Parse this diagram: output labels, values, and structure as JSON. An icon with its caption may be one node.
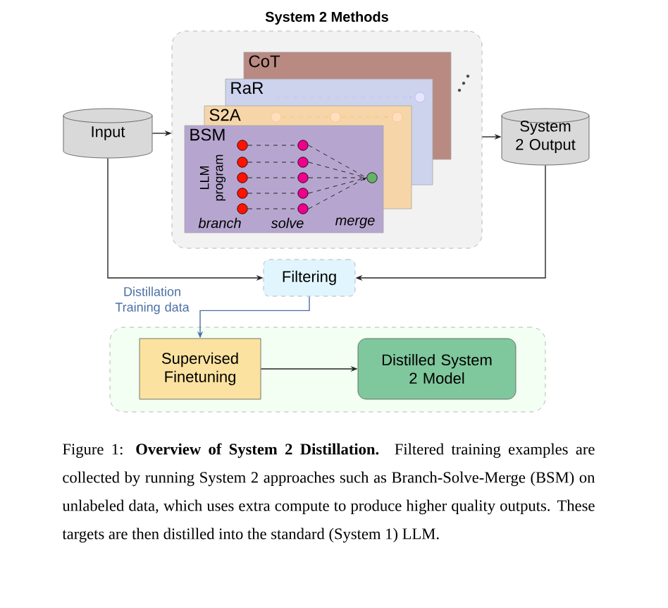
{
  "diagram": {
    "nodes": [
      {
        "text": [
          "System 2 Methods"
        ]
      },
      {
        "text": [
          "CoT"
        ],
        "in": 0
      },
      {
        "text": [
          "RaR"
        ],
        "in": 0
      },
      {
        "text": [
          "S2A"
        ],
        "in": 0
      },
      {
        "text": [
          "BSM",
          "LLM program",
          "branch",
          "solve",
          "merge"
        ],
        "in": 0
      },
      {
        "text": [
          "Input"
        ]
      },
      {
        "text": [
          "System 2 Output"
        ]
      },
      {
        "text": [
          "Filtering"
        ]
      },
      {
        "text": [],
        "shape": "box"
      },
      {
        "text": [
          "Supervised Finetuning"
        ],
        "in": 8
      },
      {
        "text": [
          "Distilled System 2 Model"
        ],
        "in": 8
      }
    ],
    "edges": [
      {
        "from": 5,
        "to": 0,
        "arrow": "to"
      },
      {
        "from": 0,
        "to": 6,
        "arrow": "to"
      },
      {
        "from": 5,
        "to": 7,
        "arrow": "to"
      },
      {
        "from": 6,
        "to": 7,
        "arrow": "to"
      },
      {
        "from": 7,
        "to": 9,
        "arrow": "to",
        "label": "Distillation Training data",
        "color": "#4a6fa5"
      },
      {
        "from": 9,
        "to": 10,
        "arrow": "to"
      }
    ],
    "caption": "Figure 1: **Overview of System 2 Distillation.** Filtered training examples are collected by running System 2 approaches such as Branch-Solve-Merge (BSM) on unlabeled data, which uses extra compute to produce higher quality outputs. These targets are then distilled into the standard (System 1) LLM."
  }
}
